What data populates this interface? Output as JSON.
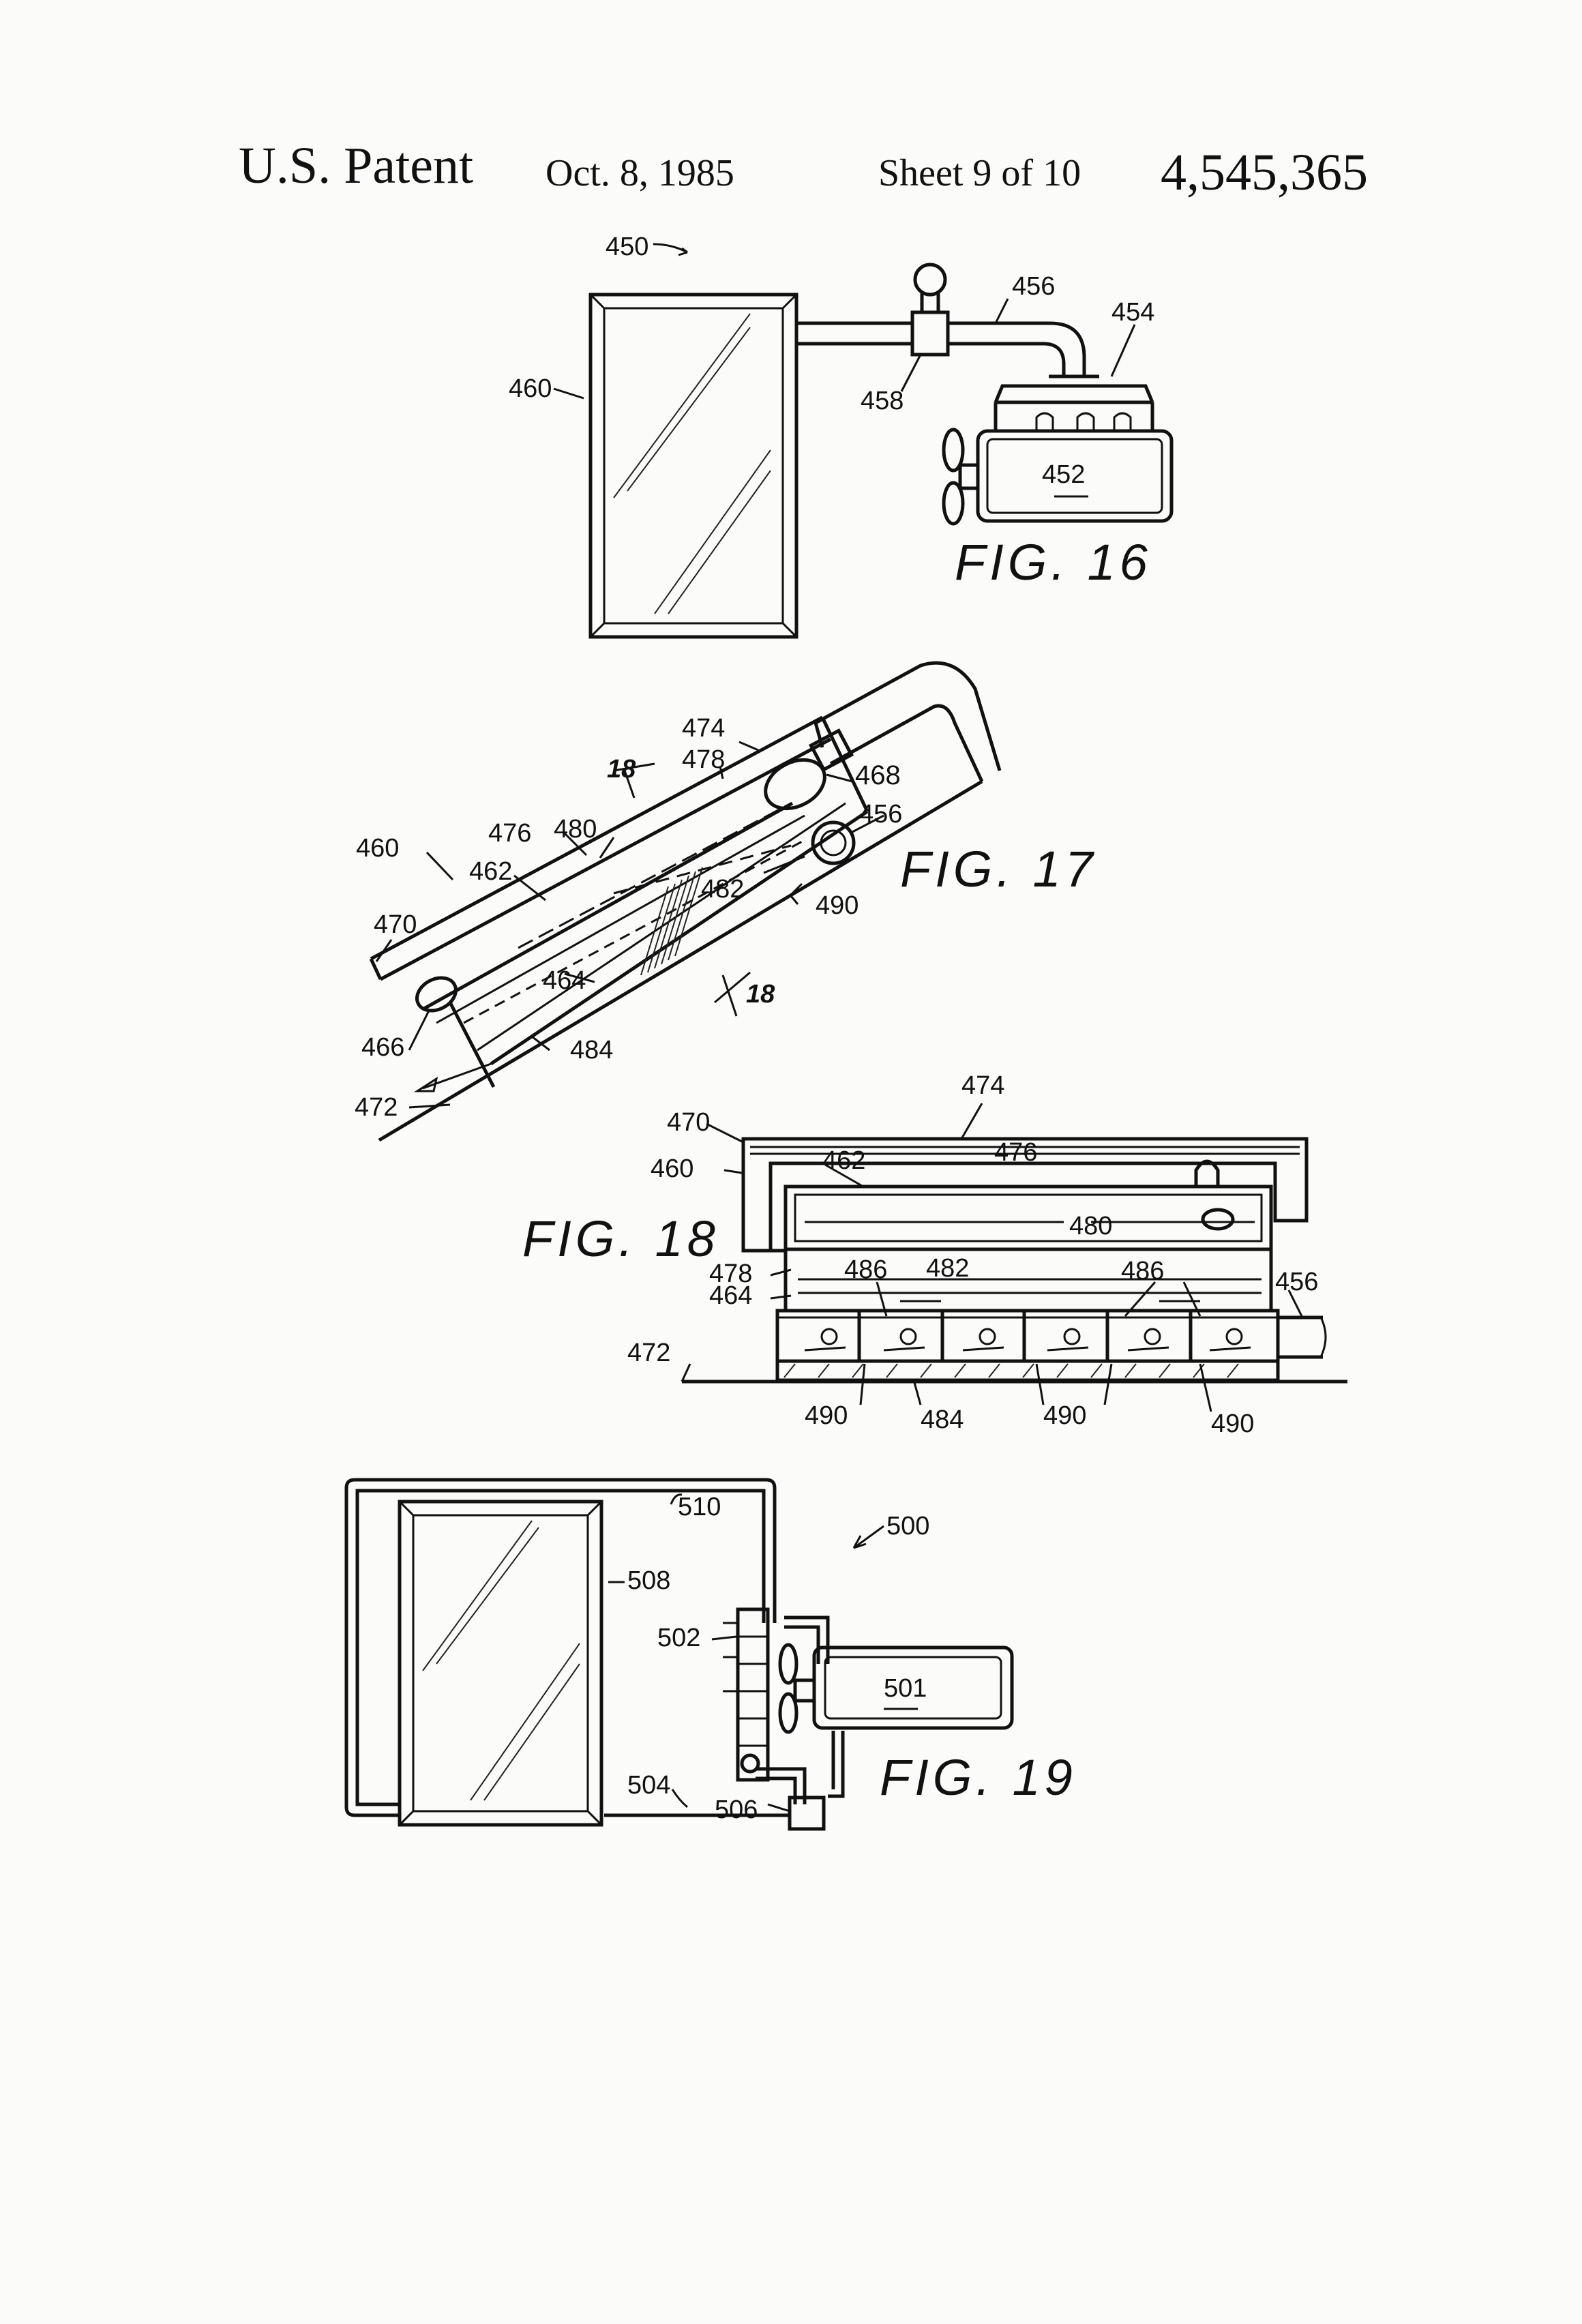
{
  "header": {
    "patent": "U.S. Patent",
    "date": "Oct. 8, 1985",
    "sheet": "Sheet 9 of 10",
    "number": "4,545,365"
  },
  "figures": {
    "fig16": {
      "title": "FIG. 16",
      "labels": {
        "l450": "450",
        "l456": "456",
        "l454": "454",
        "l460": "460",
        "l458": "458",
        "l452": "452"
      }
    },
    "fig17": {
      "title": "FIG. 17",
      "labels": {
        "l474": "474",
        "l478": "478",
        "l468": "468",
        "l18a": "18",
        "l476": "476",
        "l480": "480",
        "l456": "456",
        "l460": "460",
        "l462": "462",
        "l482": "482",
        "l490": "490",
        "l470": "470",
        "l464": "464",
        "l18b": "18",
        "l466": "466",
        "l484": "484",
        "l472": "472"
      }
    },
    "fig18": {
      "title": "FIG. 18",
      "labels": {
        "l474": "474",
        "l470": "470",
        "l476": "476",
        "l460": "460",
        "l462": "462",
        "l480": "480",
        "l478": "478",
        "l486a": "486",
        "l482": "482",
        "l486b": "486",
        "l456": "456",
        "l464": "464",
        "l472": "472",
        "l490a": "490",
        "l484": "484",
        "l490b": "490",
        "l490c": "490"
      }
    },
    "fig19": {
      "title": "FIG. 19",
      "labels": {
        "l510": "510",
        "l500": "500",
        "l508": "508",
        "l502": "502",
        "l501": "501",
        "l504": "504",
        "l506": "506"
      }
    }
  }
}
